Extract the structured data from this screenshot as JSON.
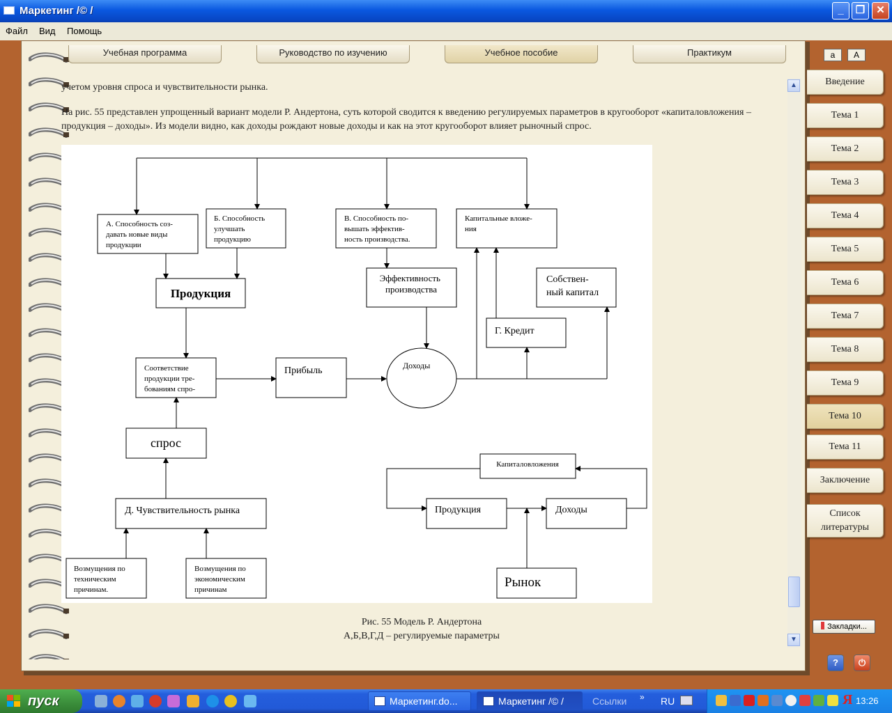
{
  "window": {
    "title": "Маркетинг /© /"
  },
  "menu": [
    "Файл",
    "Вид",
    "Помощь"
  ],
  "top_tabs": [
    {
      "label": "Учебная программа"
    },
    {
      "label": "Руководство по изучению"
    },
    {
      "label": "Учебное пособие"
    },
    {
      "label": "Практикум"
    }
  ],
  "content": {
    "para1": "учетом уровня спроса и чувствительности рынка.",
    "para2": "На рис. 55 представлен упрощенный вариант модели Р. Андертона, суть которой сводится к введению регулируемых параметров в кругооборот «капиталовложения – продукция – доходы». Из модели видно, как доходы рождают новые доходы и как на этот кругооборот влияет рыночный спрос."
  },
  "diagram": {
    "box_a": [
      "А. Способность соз-",
      "давать новые виды",
      "продукции"
    ],
    "box_b": [
      "Б. Способность",
      "улучшать",
      "продукцию"
    ],
    "box_v": [
      "В. Способность по-",
      "вышать эффектив-",
      "ность производства."
    ],
    "box_cap": [
      "Капитальные вложе-",
      "ния"
    ],
    "box_prod": "Продукция",
    "box_eff": [
      "Эффективность",
      "производства"
    ],
    "box_own": [
      "Собствен-",
      "ный капитал"
    ],
    "box_credit": "Г. Кредит",
    "box_match": [
      "Соответствие",
      "продукции тре-",
      "бованиям спро-"
    ],
    "box_profit": "Прибыль",
    "ellipse_income": "Доходы",
    "box_demand": "спрос",
    "box_sens": "Д. Чувствительность рынка",
    "box_tech": [
      "Возмущения по",
      "техническим",
      "причинам."
    ],
    "box_econ": [
      "Возмущения по",
      "экономическим",
      "причинам"
    ],
    "box_capinv": "Капиталовложения",
    "box_prod2": "Продукция",
    "box_income2": "Доходы",
    "box_market": "Рынок"
  },
  "caption": {
    "line1": "Рис. 55 Модель Р. Андертона",
    "line2": "А,Б,В,Г,Д – регулируемые параметры"
  },
  "font_buttons": [
    "a",
    "A"
  ],
  "nav": [
    {
      "label": "Введение"
    },
    {
      "label": "Тема 1"
    },
    {
      "label": "Тема 2"
    },
    {
      "label": "Тема 3"
    },
    {
      "label": "Тема 4"
    },
    {
      "label": "Тема 5"
    },
    {
      "label": "Тема 6"
    },
    {
      "label": "Тема 7"
    },
    {
      "label": "Тема 8"
    },
    {
      "label": "Тема 9"
    },
    {
      "label": "Тема 10",
      "active": true
    },
    {
      "label": "Тема 11"
    },
    {
      "label": "Заключение"
    },
    {
      "label": "Список литературы"
    }
  ],
  "bookmarks_label": "Закладки...",
  "help_icon": "question-icon",
  "exit_icon": "exit-icon",
  "taskbar": {
    "start_label": "пуск",
    "buttons": [
      {
        "label": "Маркетинг.do..."
      },
      {
        "label": "Маркетинг /© /"
      }
    ],
    "links_label": "Ссылки",
    "lang": "RU",
    "clock": "13:26"
  },
  "colors": {
    "accent": "#245edc",
    "page": "#f4efdc",
    "frame": "#b3632f"
  }
}
